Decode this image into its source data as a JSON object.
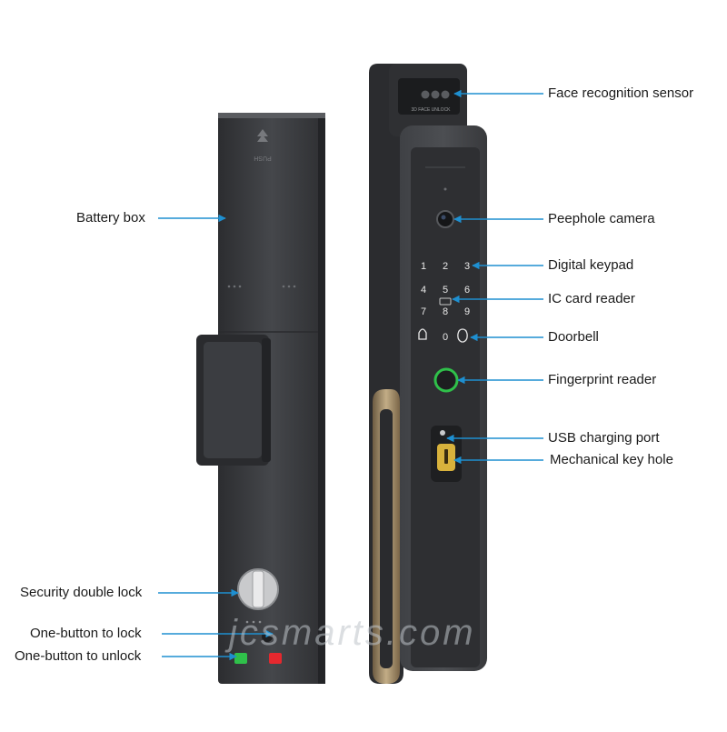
{
  "labels": {
    "battery_box": "Battery box",
    "security_double_lock": "Security double lock",
    "one_button_lock": "One-button to lock",
    "one_button_unlock": "One-button to unlock",
    "face_recognition_sensor": "Face recognition sensor",
    "peephole_camera": "Peephole camera",
    "digital_keypad": "Digital keypad",
    "ic_card_reader": "IC card reader",
    "doorbell": "Doorbell",
    "fingerprint_reader": "Fingerprint reader",
    "usb_charging_port": "USB charging port",
    "mechanical_key_hole": "Mechanical key hole"
  },
  "device_text": {
    "push_label": "PUSH",
    "face_unlock_label": "3D FACE UNLOCK"
  },
  "keypad_keys": [
    "1",
    "2",
    "3",
    "4",
    "5",
    "6",
    "7",
    "8",
    "9",
    "0"
  ],
  "watermark": "jcsmarts.com",
  "colors": {
    "arrow": "#1e8fd0",
    "lock_body": "#3a3b3e",
    "handle_gold": "#a08a68",
    "fingerprint_ring": "#2fc04a",
    "key_brass": "#d8b23c",
    "unlock_button": "#2fc04a",
    "lock_button": "#e5282e"
  }
}
